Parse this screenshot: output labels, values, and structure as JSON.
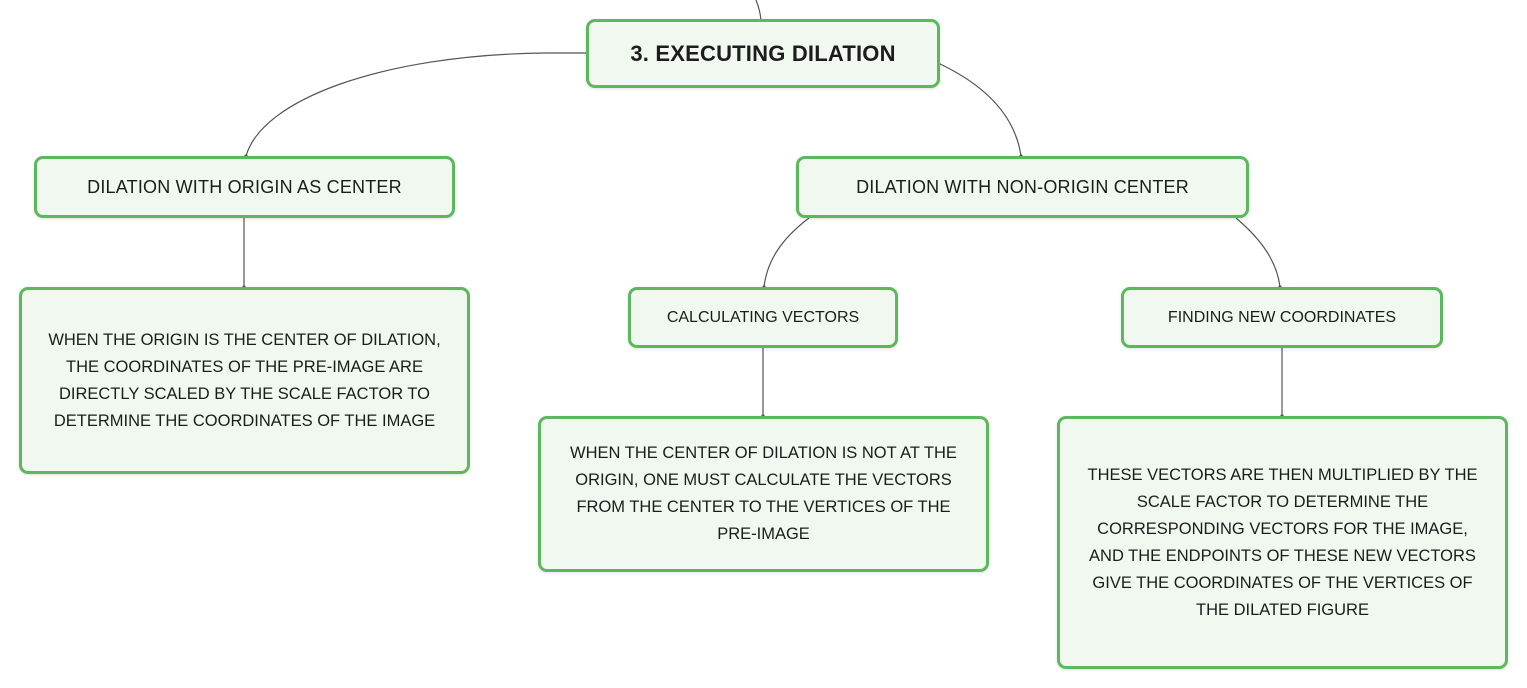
{
  "diagram": {
    "root": {
      "label": "3. EXECUTING DILATION"
    },
    "origin_center": {
      "label": "DILATION WITH ORIGIN AS CENTER",
      "detail": "WHEN THE ORIGIN IS THE CENTER OF DILATION, THE COORDINATES OF THE PRE-IMAGE ARE DIRECTLY SCALED BY THE SCALE FACTOR TO DETERMINE THE COORDINATES OF THE IMAGE"
    },
    "non_origin_center": {
      "label": "DILATION WITH NON-ORIGIN CENTER",
      "calculating_vectors": {
        "label": "CALCULATING VECTORS",
        "detail": "WHEN THE CENTER OF DILATION IS NOT AT THE ORIGIN, ONE MUST CALCULATE THE VECTORS FROM THE CENTER TO THE VERTICES OF THE PRE-IMAGE"
      },
      "finding_new_coordinates": {
        "label": "FINDING NEW COORDINATES",
        "detail": "THESE VECTORS ARE THEN MULTIPLIED BY THE SCALE FACTOR TO DETERMINE THE CORRESPONDING VECTORS FOR THE IMAGE, AND THE ENDPOINTS OF THESE NEW VECTORS GIVE THE COORDINATES OF THE VERTICES OF THE DILATED FIGURE"
      }
    },
    "colors": {
      "node_border": "#5cb85c",
      "node_fill": "#f0f8f0",
      "connector": "#555555",
      "text": "#1c1c1c"
    }
  }
}
